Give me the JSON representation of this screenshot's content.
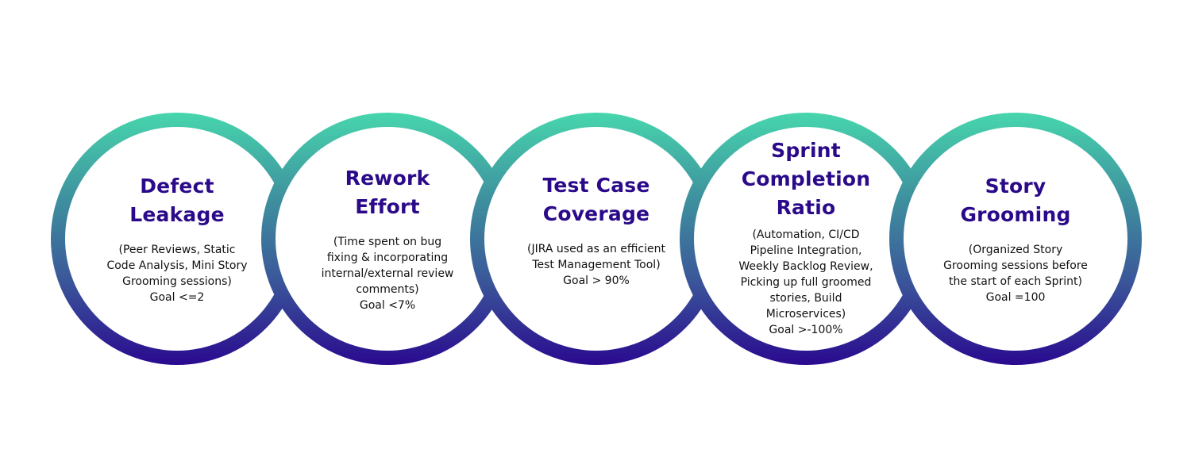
{
  "colors": {
    "ring_gradient_top": "#47d6ad",
    "ring_gradient_bottom": "#2a0a8f",
    "title": "#2b0a8a",
    "text": "#111111",
    "background": "#ffffff"
  },
  "metrics": [
    {
      "title": "Defect\nLeakage",
      "description": "(Peer Reviews, Static\nCode Analysis, Mini Story\nGrooming sessions)",
      "goal": "Goal <=2"
    },
    {
      "title": "Rework\nEffort",
      "description": "(Time spent on bug\nfixing & incorporating\ninternal/external review\ncomments)",
      "goal": "Goal <7%"
    },
    {
      "title": "Test Case\nCoverage",
      "description": "(JIRA used as an efficient\nTest Management Tool)",
      "goal": "Goal > 90%"
    },
    {
      "title": "Sprint\nCompletion\nRatio",
      "description": "(Automation, CI/CD\nPipeline Integration,\nWeekly Backlog Review,\nPicking up full groomed\nstories, Build\nMicroservices)",
      "goal": "Goal >-100%"
    },
    {
      "title": "Story\nGrooming",
      "description": "(Organized Story\nGrooming sessions before\nthe start of each Sprint)",
      "goal": "Goal =100"
    }
  ]
}
